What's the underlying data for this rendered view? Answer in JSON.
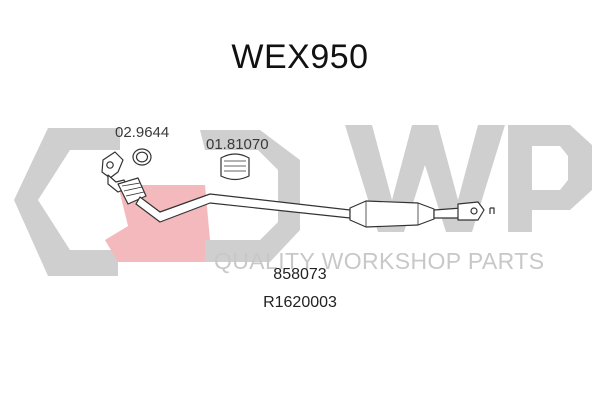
{
  "title": "WEX950",
  "parts": {
    "gasket_ring": "02.9644",
    "flex_clamp": "01.81070"
  },
  "references": {
    "primary": "858073",
    "secondary": "R1620003"
  },
  "watermark": {
    "tagline": "QUALITY WORKSHOP PARTS",
    "logo_letters": "QWP",
    "logo_color": "#c8c8c8",
    "accent_color": "#f4b9bd"
  }
}
